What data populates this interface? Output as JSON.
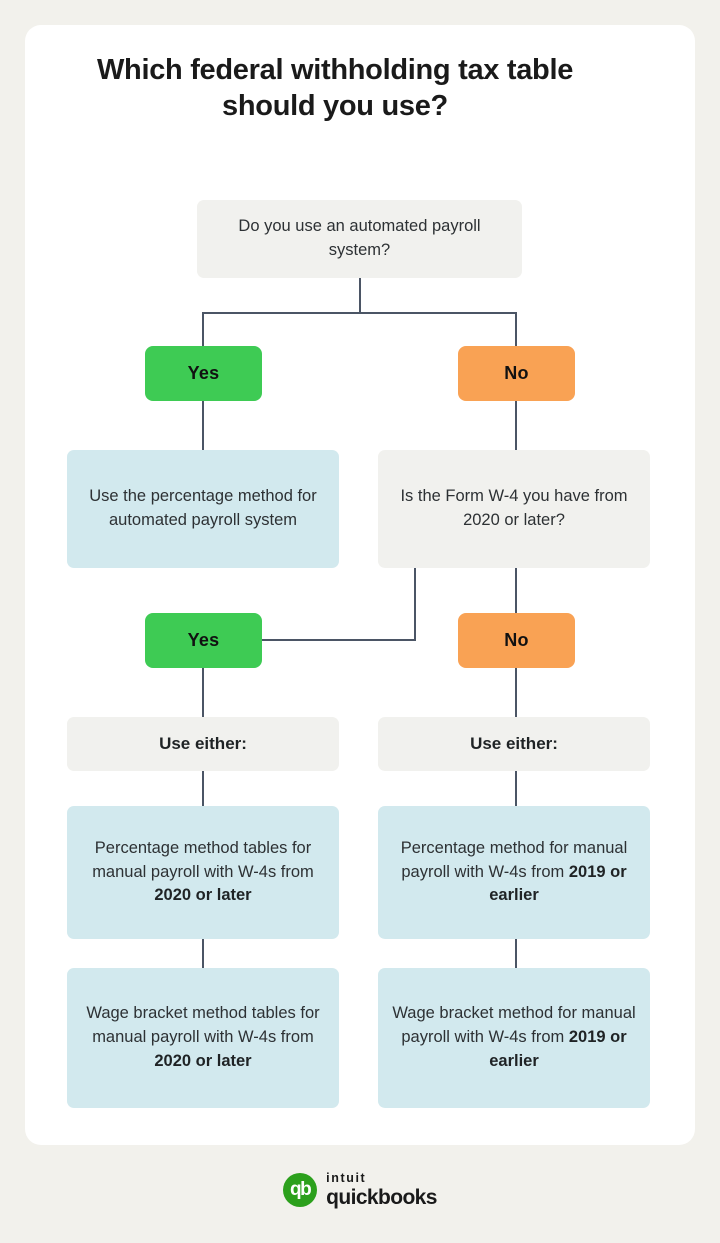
{
  "page": {
    "background_color": "#f2f1ec",
    "card_color": "#ffffff"
  },
  "header": {
    "title": "Which federal withholding tax table should you use?"
  },
  "colors": {
    "yes_green": "#3ecb54",
    "no_orange": "#f9a254",
    "answer_blue": "#d2e9ee",
    "question_gray": "#f1f1ee",
    "connector": "#4b5565",
    "brand_green": "#2ca01c"
  },
  "flowchart": {
    "type": "decision-tree",
    "root_question": "Do you use an automated payroll system?",
    "branch_yes_label": "Yes",
    "branch_no_label": "No",
    "yes_outcome": "Use the percentage method for automated payroll system",
    "second_question": "Is the Form W-4 you have from 2020 or later?",
    "second_yes_label": "Yes",
    "second_no_label": "No",
    "left_use_either": "Use either:",
    "right_use_either": "Use either:",
    "left_option_1_pre": "Percentage method tables for manual payroll with W-4s from ",
    "left_option_1_bold": "2020 or later",
    "left_option_2_pre": "Wage bracket method tables for manual payroll with W-4s from ",
    "left_option_2_bold": "2020 or later",
    "right_option_1_pre": "Percentage method for manual payroll with W-4s from ",
    "right_option_1_bold": "2019 or earlier",
    "right_option_2_pre": "Wage bracket method for manual payroll with W-4s from ",
    "right_option_2_bold": "2019 or earlier"
  },
  "footer": {
    "logo_mark": "qb",
    "logo_intuit": "intuit",
    "logo_quickbooks": "quickbooks"
  }
}
